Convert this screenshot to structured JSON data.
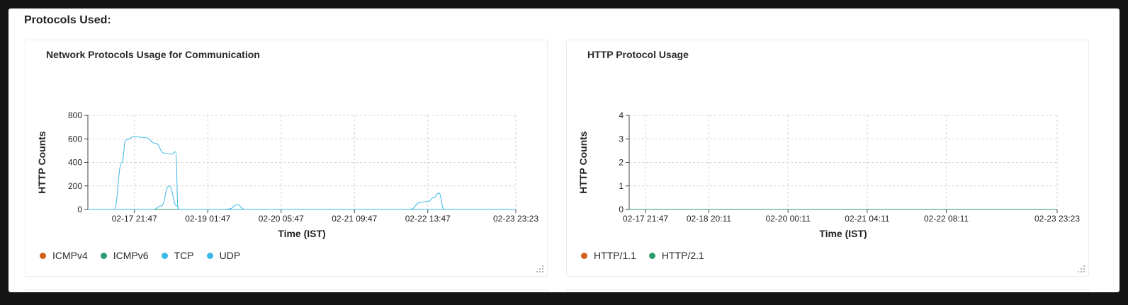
{
  "section": {
    "title": "Protocols Used:"
  },
  "colors": {
    "icmpv4": "#d2601a",
    "icmpv6": "#2a9d6e",
    "tcp": "#3bb8e6",
    "udp": "#3bb8e6",
    "http11": "#d2601a",
    "http21": "#2a9d6e"
  },
  "chart_data": [
    {
      "type": "line",
      "title": "Network Protocols Usage for Communication",
      "xlabel": "Time (IST)",
      "ylabel": "HTTP Counts",
      "ylim": [
        0,
        800
      ],
      "yticks": [
        0,
        200,
        400,
        600,
        800
      ],
      "xlim": [
        "02-17 04:00",
        "02-23 23:23"
      ],
      "xticks": [
        "02-17 21:47",
        "02-19 01:47",
        "02-20 05:47",
        "02-21 09:47",
        "02-22 13:47",
        "02-23 23:23"
      ],
      "grid": true,
      "legend_position": "bottom-left",
      "series": [
        {
          "name": "ICMPv4",
          "color": "#d2601a",
          "x": [
            "02-17 04:00",
            "02-23 23:23"
          ],
          "y": [
            0,
            0
          ]
        },
        {
          "name": "ICMPv6",
          "color": "#2a9d6e",
          "x": [
            "02-17 04:00",
            "02-23 23:23"
          ],
          "y": [
            0,
            0
          ]
        },
        {
          "name": "TCP",
          "color": "#3bb8e6",
          "x": [
            "02-17 04:00",
            "02-17 14:00",
            "02-17 17:00",
            "02-17 18:30",
            "02-17 21:47",
            "02-18 02:00",
            "02-18 06:00",
            "02-18 09:00",
            "02-18 12:00",
            "02-18 13:30",
            "02-18 14:30",
            "02-23 23:23"
          ],
          "y": [
            0,
            0,
            400,
            590,
            620,
            610,
            560,
            480,
            470,
            490,
            0,
            0
          ]
        },
        {
          "name": "UDP",
          "color": "#3bb8e6",
          "x": [
            "02-17 04:00",
            "02-18 05:00",
            "02-18 08:00",
            "02-18 11:00",
            "02-18 14:00",
            "02-18 15:00",
            "02-19 08:00",
            "02-19 10:00",
            "02-19 13:00",
            "02-19 16:00",
            "02-22 07:00",
            "02-22 11:00",
            "02-22 14:00",
            "02-22 16:00",
            "02-22 18:00",
            "02-22 20:00",
            "02-23 23:23"
          ],
          "y": [
            0,
            0,
            30,
            200,
            30,
            0,
            0,
            5,
            40,
            0,
            0,
            60,
            70,
            100,
            140,
            0,
            0
          ]
        }
      ]
    },
    {
      "type": "line",
      "title": "HTTP Protocol Usage",
      "xlabel": "Time (IST)",
      "ylabel": "HTTP Counts",
      "ylim": [
        0,
        4
      ],
      "yticks": [
        0,
        1,
        2,
        3,
        4
      ],
      "xlim": [
        "02-17 16:00",
        "02-23 23:23"
      ],
      "xticks": [
        "02-17 21:47",
        "02-18 20:11",
        "02-20 00:11",
        "02-21 04:11",
        "02-22 08:11",
        "02-23 23:23"
      ],
      "grid": true,
      "legend_position": "bottom-left",
      "series": [
        {
          "name": "HTTP/1.1",
          "color": "#d2601a",
          "x": [
            "02-17 16:00",
            "02-23 23:23"
          ],
          "y": [
            0,
            0
          ]
        },
        {
          "name": "HTTP/2.1",
          "color": "#2a9d6e",
          "x": [
            "02-17 16:00",
            "02-23 23:23"
          ],
          "y": [
            0,
            0
          ]
        }
      ]
    }
  ]
}
